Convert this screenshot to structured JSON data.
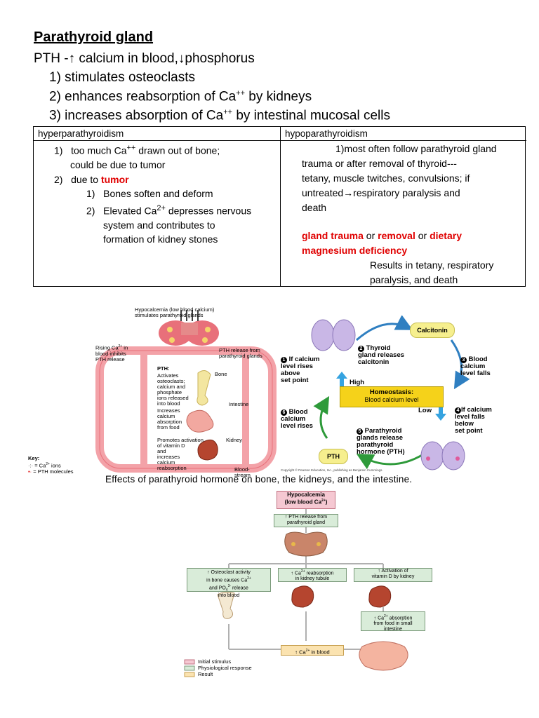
{
  "notes": {
    "title": "Parathyroid gland",
    "pth_prefix": "PTH -",
    "pth_up": "↑",
    "pth_calcium": " calcium in blood,",
    "pth_down": "↓",
    "pth_phos": "phosphorus",
    "point1": "1) stimulates osteoclasts",
    "point2_a": "2) enhances reabsorption of Ca",
    "point2_sup": "++",
    "point2_b": " by kidneys",
    "point3_a": "3) increases absorption of Ca",
    "point3_sup": "++",
    "point3_b": " by intestinal mucosal cells"
  },
  "table": {
    "col1_header": "hyperparathyroidism",
    "col2_header": "hypoparathyroidism",
    "hyper": {
      "i1_num": "1)",
      "i1_a": "too much Ca",
      "i1_sup": "++",
      "i1_b": " drawn out of bone;",
      "i1_c": "could be due to tumor",
      "i2_num": "2)",
      "i2_a": "due to ",
      "i2_red": "tumor",
      "s1_num": "1)",
      "s1": "Bones soften and deform",
      "s2_num": "2)",
      "s2_a": "Elevated Ca",
      "s2_sup": "2+",
      "s2_b": " depresses nervous",
      "s2_c": "system and contributes to",
      "s2_d": "formation of kidney stones"
    },
    "hypo": {
      "l1": "1)most often follow parathyroid gland",
      "l2": "trauma or after removal of thyroid---",
      "l3": "tetany, muscle twitches, convulsions; if",
      "l4_a": "untreated",
      "l4_arrow": "→",
      "l4_b": "respiratory paralysis and",
      "l5": "death",
      "red1": "gland trauma",
      "or1": " or ",
      "red2": "removal",
      "or2": " or ",
      "red3": "dietary",
      "red4": "magnesium deficiency",
      "r1": "Results in tetany, respiratory",
      "r2": "paralysis, and death"
    }
  },
  "fig1": {
    "hypocalcemia": "Hypocalcemia (low blood calcium)",
    "stimulates": "stimulates parathyroid glands",
    "rising1": "Rising Ca",
    "rising_sup": "2+",
    "rising2": " in",
    "rising3": "blood inhibits",
    "rising4": "PTH release",
    "pth_release1": "PTH release from",
    "pth_release2": "parathyroid glands",
    "pth": "PTH:",
    "activates1": "Activates",
    "activates2": "osteoclasts;",
    "activates3": "calcium and",
    "activates4": "phosphate",
    "activates5": "ions released",
    "activates6": "into blood",
    "bone": "Bone",
    "increases1": "Increases",
    "increases2": "calcium",
    "increases3": "absorption",
    "increases4": "from food",
    "intestine": "Intestine",
    "promotes1": "Promotes activation",
    "promotes2": "of vitamin D",
    "promotes3": "and",
    "promotes4": "increases",
    "promotes5": "calcium",
    "promotes6": "reabsorption",
    "kidney": "Kidney",
    "key": "Key:",
    "key_ions": "= Ca",
    "key_ions_sup": "2+",
    "key_ions2": " ions",
    "key_pth": "= PTH molecules",
    "blood1": "Blood-",
    "blood2": "stream",
    "copyright": "Copyright © Pearson Education, Inc., publishing as Benjamin Cummings.",
    "caption": "Effects of parathyroid hormone on bone, the kidneys, and the intestine."
  },
  "fig2": {
    "calcitonin": "Calcitonin",
    "n1": "1",
    "t1a": "If calcium",
    "t1b": "level rises",
    "t1c": "above",
    "t1d": "set point",
    "n2": "2",
    "t2a": "Thyroid",
    "t2b": "gland releases",
    "t2c": "calcitonin",
    "n3": "3",
    "t3a": "Blood",
    "t3b": "calcium",
    "t3c": "level falls",
    "high": "High",
    "homeo1": "Homeostasis:",
    "homeo2": "Blood calcium level",
    "low": "Low",
    "n4": "4",
    "t4a": "If calcium",
    "t4b": "level falls",
    "t4c": "below",
    "t4d": "set point",
    "n5": "5",
    "t5a": "Parathyroid",
    "t5b": "glands release",
    "t5c": "parathyroid",
    "t5d": "hormone (PTH)",
    "n6": "6",
    "t6a": "Blood",
    "t6b": "calcium",
    "t6c": "level rises",
    "pth": "PTH"
  },
  "fig3": {
    "hypo1": "Hypocalcemia",
    "hypo2": "(low blood Ca",
    "hypo2_sup": "2+",
    "hypo2_end": ")",
    "pth1": "↑ PTH release from",
    "pth2": "parathyroid gland",
    "oc1": "↑ Osteoclast activity",
    "oc2": "in bone causes Ca",
    "oc2_sup": "2+",
    "oc3": "and PO",
    "oc3_sub": "4",
    "oc3_sup": "3-",
    "oc3b": " release",
    "oc4": "into blood",
    "re1": "↑ Ca",
    "re1_sup": "2+",
    "re1b": " reabsorption",
    "re2": "in kidney tubule",
    "vd1": "↑ Activation of",
    "vd2": "vitamin D by kidney",
    "ab1": "↑ Ca",
    "ab1_sup": "2+",
    "ab1b": " absorption",
    "ab2": "from food in small",
    "ab3": "intestine",
    "res1": "↑ Ca",
    "res1_sup": "2+",
    "res1b": " in blood",
    "leg1": "Initial stimulus",
    "leg2": "Physiological response",
    "leg3": "Result",
    "colors": {
      "stimulus": "#f5c8d2",
      "response": "#d9ecd9",
      "result": "#fbe3b0"
    }
  }
}
